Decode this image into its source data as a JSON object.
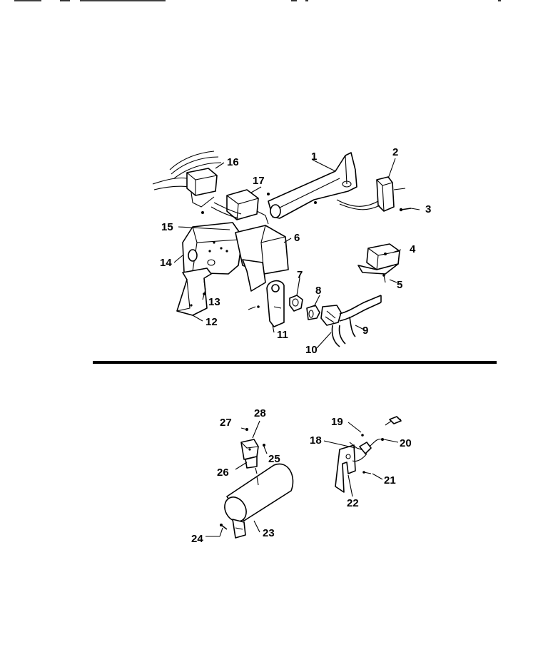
{
  "upper_assembly": {
    "callouts": [
      "1",
      "2",
      "3",
      "4",
      "5",
      "6",
      "7",
      "8",
      "9",
      "10",
      "11",
      "12",
      "13",
      "14",
      "15",
      "16",
      "17"
    ]
  },
  "lower_assembly": {
    "callouts": [
      "18",
      "19",
      "20",
      "21",
      "22",
      "23",
      "24",
      "25",
      "26",
      "27",
      "28"
    ]
  }
}
